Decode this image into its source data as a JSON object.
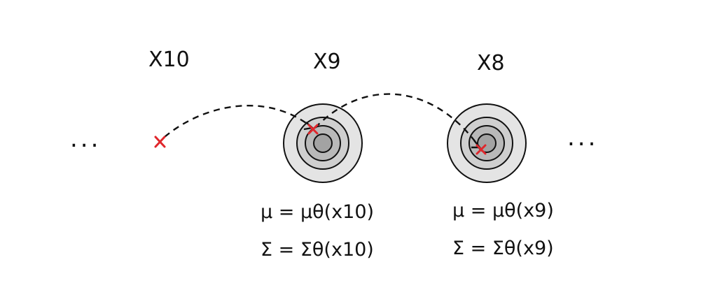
{
  "steps": [
    {
      "label": "X10"
    },
    {
      "label": "X9"
    },
    {
      "label": "X8"
    }
  ],
  "ellipsis_left": "...",
  "ellipsis_right": "...",
  "formulas": {
    "step9": {
      "mu": "μ = μθ(x10)",
      "sigma": "Σ = Σθ(x10)"
    },
    "step8": {
      "mu": "μ = μθ(x9)",
      "sigma": "Σ = Σθ(x9)"
    }
  },
  "colors": {
    "ring_outer": "#e4e4e4",
    "ring_2": "#cfcfcf",
    "ring_3": "#b9b9b9",
    "ring_core": "#a3a3a3",
    "sample_mark": "#e0262b",
    "stroke": "#111111"
  }
}
